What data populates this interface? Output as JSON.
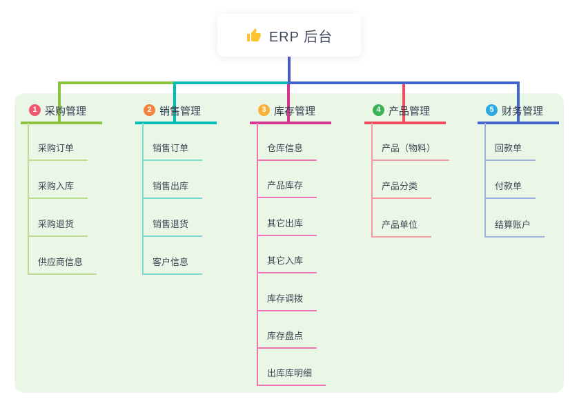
{
  "root": {
    "label": "ERP 后台",
    "icon": "thumbs-up-icon",
    "line_color": "#4a58d0"
  },
  "panel_color": "#eaf7e6",
  "branches": [
    {
      "num": "1",
      "label": "采购管理",
      "line_color": "#8ac240",
      "child_line_color": "#bcdc90",
      "badge_color": "#f1586e",
      "children": [
        "采购订单",
        "采购入库",
        "采购退货",
        "供应商信息"
      ]
    },
    {
      "num": "2",
      "label": "销售管理",
      "line_color": "#00bdb6",
      "child_line_color": "#7fd9d2",
      "badge_color": "#f2823c",
      "children": [
        "销售订单",
        "销售出库",
        "销售退货",
        "客户信息"
      ]
    },
    {
      "num": "3",
      "label": "库存管理",
      "line_color": "#d63690",
      "child_line_color": "#f175b5",
      "badge_color": "#f7b13c",
      "children": [
        "仓库信息",
        "产品库存",
        "其它出库",
        "其它入库",
        "库存调拨",
        "库存盘点",
        "出库库明细"
      ]
    },
    {
      "num": "4",
      "label": "产品管理",
      "line_color": "#f44a5e",
      "child_line_color": "#f89aa2",
      "badge_color": "#3bb457",
      "children": [
        "产品（物料）",
        "产品分类",
        "产品单位"
      ]
    },
    {
      "num": "5",
      "label": "财务管理",
      "line_color": "#4464cd",
      "child_line_color": "#9db2df",
      "badge_color": "#2ba9e0",
      "children": [
        "回款单",
        "付款单",
        "结算账户"
      ]
    }
  ]
}
